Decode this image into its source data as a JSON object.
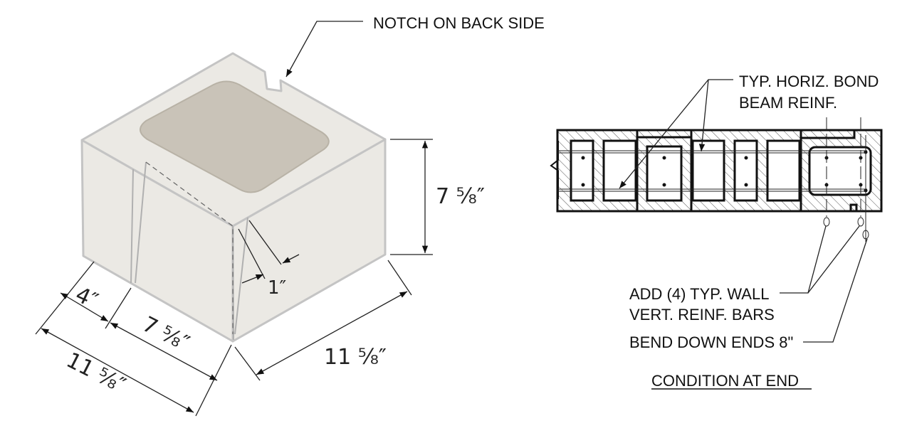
{
  "block_view": {
    "notch_label": "NOTCH ON BACK SIDE",
    "dims": {
      "height": "7 ⅝″",
      "depth_right": "11 ⅝″",
      "length_left": "11 ⅝″",
      "segment_short": "4″",
      "segment_long": "7 ⅝″",
      "groove": "1″"
    }
  },
  "plan_view": {
    "horiz_label_line1": "TYP. HORIZ. BOND",
    "horiz_label_line2": "BEAM REINF.",
    "vert_label_line1": "ADD (4) TYP. WALL",
    "vert_label_line2": "VERT. REINF. BARS",
    "bend_label": "BEND DOWN ENDS 8\"",
    "title": "CONDITION AT END"
  },
  "colors": {
    "block_face": "#ebe9e4",
    "block_core": "#c9c3b8",
    "block_edge": "#c4c4c4"
  }
}
